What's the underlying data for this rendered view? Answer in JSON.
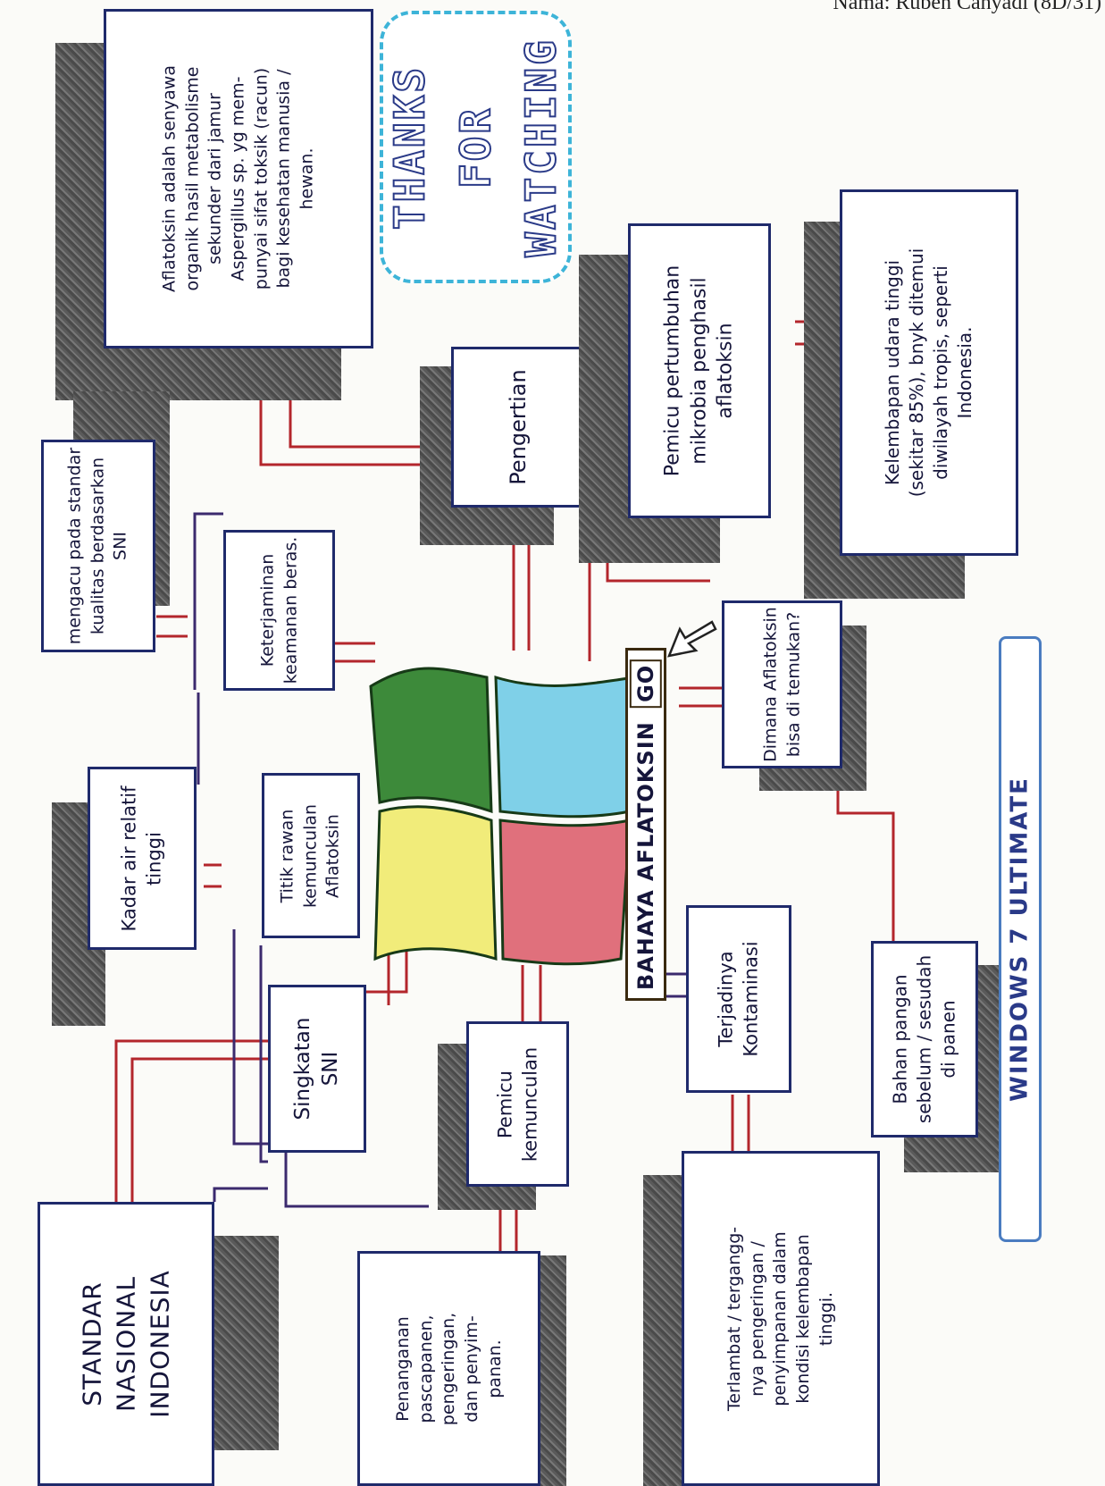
{
  "header": {
    "author": "Nama: Ruben Cahyadi (8D/31)"
  },
  "center": {
    "caption": "BAHAYA AFLATOKSIN",
    "go": "GO"
  },
  "closing": {
    "line1": "THANKS",
    "line2": "FOR",
    "line3": "WATCHING"
  },
  "os_tag": "WINDOWS 7 ULTIMATE",
  "notes": {
    "definition_text": "Aflatoksin adalah senyawa\norganik hasil metabolisme\nsekunder dari jamur\nAspergillus sp. yg mem-\npunyai sifat toksik (racun)\nbagi kesehatan manusia /\nhewan.",
    "pengertian": "Pengertian",
    "pemicu_pertumbuhan": "Pemicu pertumbuhan\nmikrobia penghasil\naflatoksin",
    "kelembapan": "Kelembapan udara tinggi\n(sekitar 85%), bnyk ditemui\ndiwilayah tropis, seperti\nIndonesia.",
    "mengacu": "mengacu pada standar\nkualitas berdasarkan\nSNI",
    "keterjaminan": "Keterjaminan\nkeamanan beras.",
    "dimana": "Dimana Aflatoksin\nbisa di temukan?",
    "kadar": "Kadar air relatif\ntinggi",
    "titik": "Titik rawan\nkemunculan\nAflatoksin",
    "singkatan": "Singkatan\nSNI",
    "pemicu_kemunculan": "Pemicu\nkemunculan",
    "terjadinya": "Terjadinya\nKontaminasi",
    "bahan": "Bahan pangan\nsebelum / sesudah\ndi panen",
    "standar": "STANDAR\nNASIONAL\nINDONESIA",
    "penanganan": "Penanganan\npascapanen,\npengeringan,\ndan penyim-\npanan.",
    "terlambat": "Terlambat / tergangg-\nnya pengeringan /\npenyimpanan dalam\nkondisi kelembapan\ntinggi."
  },
  "colors": {
    "box_border": "#1f2a6b",
    "wire": "#b3262c",
    "wire_alt": "#3b2a6e",
    "cloud": "#3db4d8",
    "green": "#3d8a3a",
    "blue": "#7fd0e8",
    "yellow": "#f1ec7a",
    "red": "#e0707c"
  }
}
